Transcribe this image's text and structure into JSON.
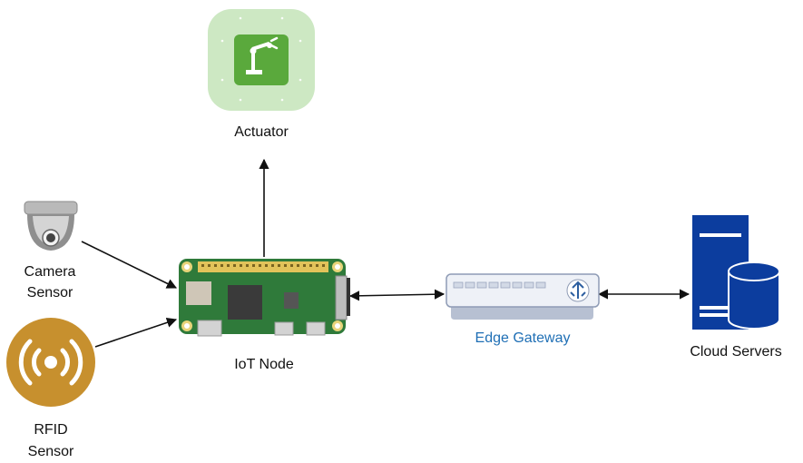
{
  "diagram": {
    "nodes": {
      "actuator": {
        "label": "Actuator",
        "icon": "robot-arm-icon"
      },
      "camera": {
        "label_line1": "Camera",
        "label_line2": "Sensor",
        "icon": "dome-camera-icon"
      },
      "rfid": {
        "label_line1": "RFID",
        "label_line2": "Sensor",
        "icon": "rfid-signal-icon"
      },
      "iot_node": {
        "label": "IoT Node",
        "icon": "raspberry-pi-board-icon"
      },
      "edge_gateway": {
        "label": "Edge Gateway",
        "icon": "network-switch-icon"
      },
      "cloud": {
        "label": "Cloud Servers",
        "icon": "server-database-icon"
      }
    },
    "edges": [
      {
        "from": "iot_node",
        "to": "actuator",
        "direction": "one-way"
      },
      {
        "from": "camera",
        "to": "iot_node",
        "direction": "one-way"
      },
      {
        "from": "rfid",
        "to": "iot_node",
        "direction": "one-way"
      },
      {
        "from": "iot_node",
        "to": "edge_gateway",
        "direction": "two-way"
      },
      {
        "from": "edge_gateway",
        "to": "cloud",
        "direction": "two-way"
      }
    ],
    "colors": {
      "actuator_bg": "#cde8c3",
      "actuator_icon": "#5aa93c",
      "board_green": "#2f7a3a",
      "rfid_gold": "#c7902e",
      "gateway_label": "#1f6fb5",
      "cloud_blue": "#0c3d9e"
    }
  }
}
